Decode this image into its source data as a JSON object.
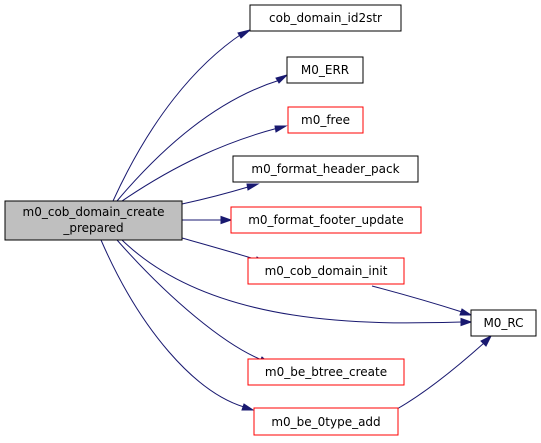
{
  "diagram": {
    "colors": {
      "edge": "#191970",
      "root_fill": "#bfbfbf",
      "black_border": "#000000",
      "red_border": "#ff0000",
      "node_fill": "#ffffff"
    },
    "root": {
      "line1": "m0_cob_domain_create",
      "line2": "_prepared"
    },
    "nodes": {
      "cob_domain_id2str": "cob_domain_id2str",
      "m0_err": "M0_ERR",
      "m0_free": "m0_free",
      "m0_format_header_pack": "m0_format_header_pack",
      "m0_format_footer_update": "m0_format_footer_update",
      "m0_cob_domain_init": "m0_cob_domain_init",
      "m0_rc": "M0_RC",
      "m0_be_btree_create": "m0_be_btree_create",
      "m0_be_0type_add": "m0_be_0type_add"
    }
  }
}
